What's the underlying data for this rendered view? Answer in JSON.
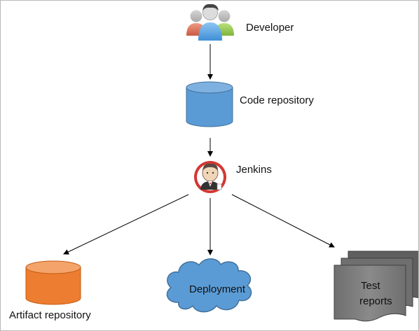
{
  "nodes": {
    "developer": {
      "label": "Developer",
      "icon": "people-group-icon"
    },
    "code_repository": {
      "label": "Code repository",
      "icon": "database-cylinder-icon",
      "color": "#5b9bd5"
    },
    "jenkins": {
      "label": "Jenkins",
      "icon": "jenkins-butler-icon"
    },
    "artifact_repository": {
      "label": "Artifact repository",
      "icon": "database-cylinder-icon",
      "color": "#ed7d31"
    },
    "deployment": {
      "label": "Deployment",
      "icon": "cloud-icon",
      "color": "#5b9bd5"
    },
    "test_reports": {
      "line1": "Test",
      "line2": "reports",
      "icon": "document-stack-icon",
      "color": "#7f7f7f"
    }
  },
  "edges": [
    {
      "from": "Developer",
      "to": "Code repository"
    },
    {
      "from": "Code repository",
      "to": "Jenkins"
    },
    {
      "from": "Jenkins",
      "to": "Artifact repository"
    },
    {
      "from": "Jenkins",
      "to": "Deployment"
    },
    {
      "from": "Jenkins",
      "to": "Test reports"
    }
  ]
}
